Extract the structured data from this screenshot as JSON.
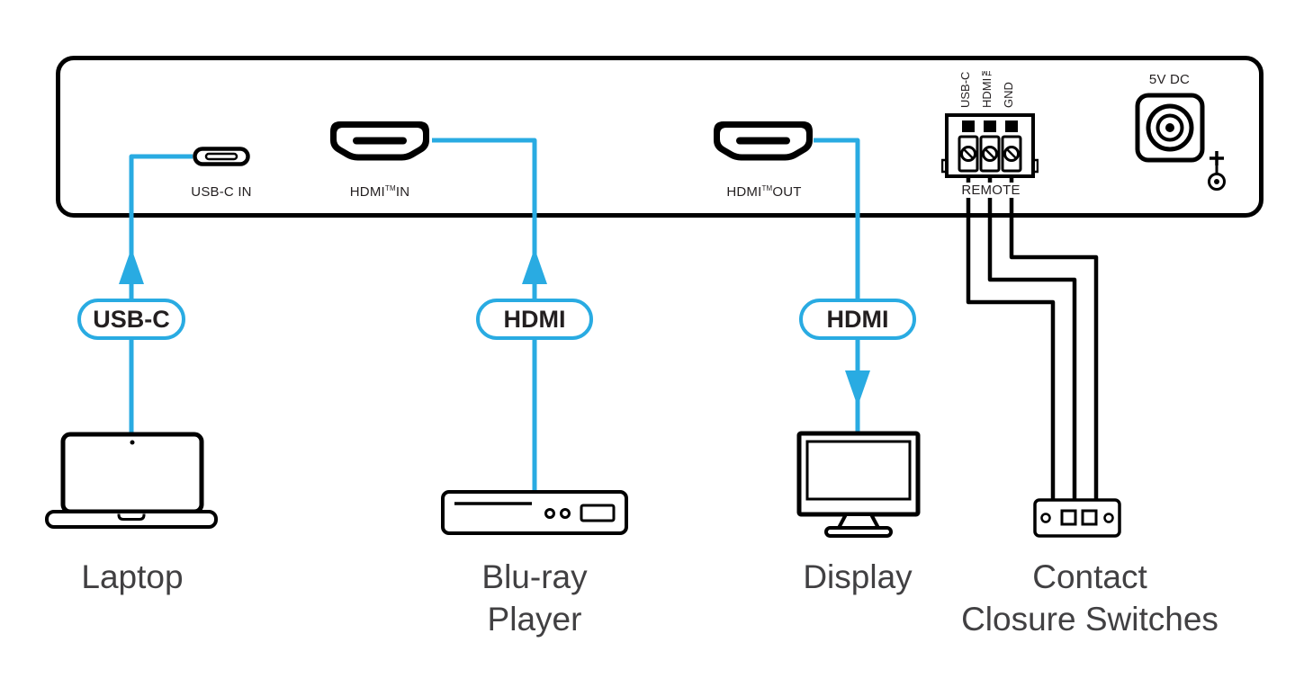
{
  "colors": {
    "cable": "#29ABE2",
    "wire": "#000000",
    "ink": "#231F20",
    "label": "#414042"
  },
  "panel": {
    "usbc_in_label": "USB-C IN",
    "hdmi_in": {
      "pre": "HDMI",
      "sup": "TM",
      "post": "IN"
    },
    "hdmi_out": {
      "pre": "HDMI",
      "sup": "TM",
      "post": "OUT"
    },
    "remote": {
      "label": "REMOTE",
      "pins": [
        "USB-C",
        "HDMI™",
        "GND"
      ]
    },
    "power_label": "5V DC"
  },
  "badges": {
    "usbc": "USB-C",
    "hdmi_in": "HDMI",
    "hdmi_out": "HDMI"
  },
  "devices": {
    "laptop": "Laptop",
    "bluray": "Blu-ray\nPlayer",
    "display": "Display",
    "contact": "Contact\nClosure Switches"
  },
  "icons": {
    "usbc_port": "usbc-port-icon",
    "hdmi_ports": "hdmi-port-icon",
    "remote_block": "terminal-block-icon",
    "dc_jack": "dc-power-jack-icon",
    "polarity": "center-positive-polarity-icon",
    "flow_arrows": "arrow-icon",
    "laptop": "laptop-icon",
    "bluray": "bluray-player-icon",
    "display": "monitor-icon",
    "contact_box": "contact-closure-box-icon"
  }
}
